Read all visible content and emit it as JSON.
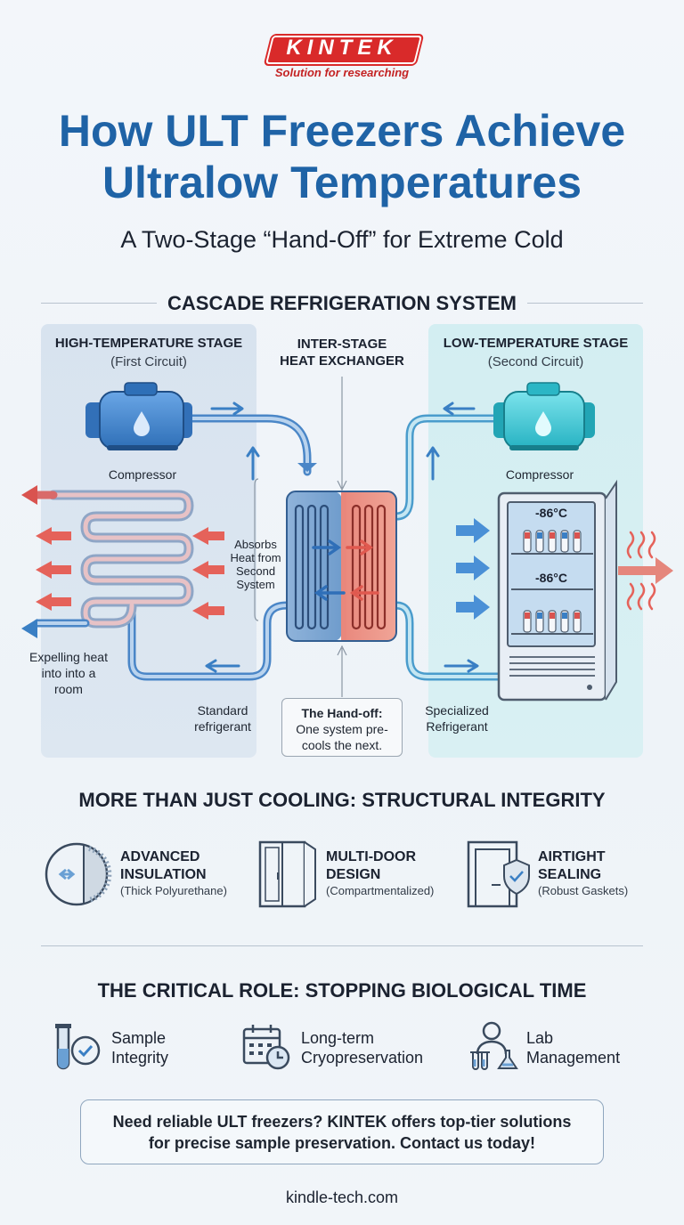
{
  "brand": {
    "logo_text": "KINTEK",
    "tagline": "Solution for researching"
  },
  "header": {
    "title_line1": "How ULT Freezers Achieve",
    "title_line2": "Ultralow Temperatures",
    "subtitle": "A Two-Stage “Hand-Off” for Extreme Cold"
  },
  "cascade": {
    "heading": "CASCADE REFRIGERATION SYSTEM",
    "high_stage": {
      "title": "HIGH-TEMPERATURE STAGE",
      "sub": "(First Circuit)",
      "compressor": "Compressor",
      "refrigerant_line1": "Standard",
      "refrigerant_line2": "refrigerant"
    },
    "exchanger": {
      "line1": "INTER-STAGE",
      "line2": "HEAT EXCHANGER"
    },
    "low_stage": {
      "title": "LOW-TEMPERATURE STAGE",
      "sub": "(Second Circuit)",
      "compressor": "Compressor",
      "refrigerant_line1": "Specialized",
      "refrigerant_line2": "Refrigerant"
    },
    "absorbs": {
      "l1": "Absorbs",
      "l2": "Heat from",
      "l3": "Second",
      "l4": "System"
    },
    "expelling": {
      "l1": "Expelling heat",
      "l2": "into into a",
      "l3": "room"
    },
    "handoff": {
      "title": "The Hand-off:",
      "l1": "One system pre-",
      "l2": "cools the next."
    },
    "freezer_temp_top": "-86°C",
    "freezer_temp_bottom": "-86°C",
    "colors": {
      "cool": "#3a7fc4",
      "hot": "#e0594f",
      "cyan": "#3fc6d4"
    }
  },
  "structural": {
    "heading": "MORE THAN JUST COOLING: STRUCTURAL INTEGRITY",
    "items": [
      {
        "title_l1": "ADVANCED",
        "title_l2": "INSULATION",
        "sub": "(Thick Polyurethane)",
        "icon": "insulation-icon"
      },
      {
        "title_l1": "MULTI-DOOR",
        "title_l2": "DESIGN",
        "sub": "(Compartmentalized)",
        "icon": "multi-door-icon"
      },
      {
        "title_l1": "AIRTIGHT",
        "title_l2": "SEALING",
        "sub": "(Robust Gaskets)",
        "icon": "shield-door-icon"
      }
    ]
  },
  "role": {
    "heading": "THE CRITICAL ROLE: STOPPING BIOLOGICAL TIME",
    "items": [
      {
        "l1": "Sample",
        "l2": "Integrity",
        "icon": "test-tube-check-icon"
      },
      {
        "l1": "Long-term",
        "l2": "Cryopreservation",
        "icon": "calendar-clock-icon"
      },
      {
        "l1": "Lab",
        "l2": "Management",
        "icon": "lab-person-icon"
      }
    ]
  },
  "cta": {
    "l1": "Need reliable ULT freezers? KINTEK offers top-tier solutions",
    "l2": "for precise sample preservation. Contact us today!"
  },
  "footer": {
    "url": "kindle-tech.com"
  }
}
